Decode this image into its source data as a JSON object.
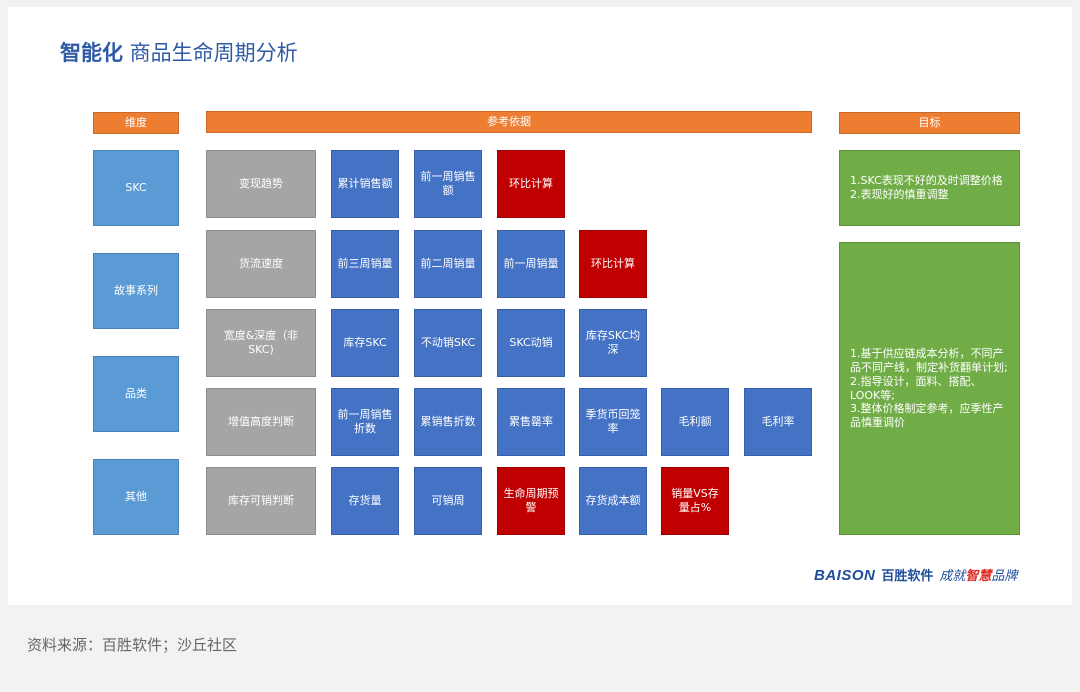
{
  "title": {
    "bold": "智能化",
    "rest": " 商品生命周期分析"
  },
  "headers": {
    "dimension": "维度",
    "basis": "参考依据",
    "goal": "目标"
  },
  "dimensions": [
    "SKC",
    "故事系列",
    "品类",
    "其他"
  ],
  "rows": [
    {
      "label": "变现趋势",
      "cells": [
        {
          "text": "累计销售额",
          "type": "blue"
        },
        {
          "text": "前一周销售额",
          "type": "blue"
        },
        {
          "text": "环比计算",
          "type": "red"
        }
      ]
    },
    {
      "label": "货流速度",
      "cells": [
        {
          "text": "前三周销量",
          "type": "blue"
        },
        {
          "text": "前二周销量",
          "type": "blue"
        },
        {
          "text": "前一周销量",
          "type": "blue"
        },
        {
          "text": "环比计算",
          "type": "red"
        }
      ]
    },
    {
      "label": "宽度&深度（非SKC)",
      "cells": [
        {
          "text": "库存SKC",
          "type": "blue"
        },
        {
          "text": "不动销SKC",
          "type": "blue"
        },
        {
          "text": "SKC动销",
          "type": "blue"
        },
        {
          "text": "库存SKC均深",
          "type": "blue"
        }
      ]
    },
    {
      "label": "增值高度判断",
      "cells": [
        {
          "text": "前一周销售折数",
          "type": "blue"
        },
        {
          "text": "累销售折数",
          "type": "blue"
        },
        {
          "text": "累售罄率",
          "type": "blue"
        },
        {
          "text": "季货币回笼率",
          "type": "blue"
        },
        {
          "text": "毛利额",
          "type": "blue"
        },
        {
          "text": "毛利率",
          "type": "blue"
        }
      ]
    },
    {
      "label": "库存可销判断",
      "cells": [
        {
          "text": "存货量",
          "type": "blue"
        },
        {
          "text": "可销周",
          "type": "blue"
        },
        {
          "text": "生命周期预警",
          "type": "red"
        },
        {
          "text": "存货成本额",
          "type": "blue"
        },
        {
          "text": "销量VS存量占%",
          "type": "red"
        }
      ]
    }
  ],
  "goals": [
    "1.SKC表现不好的及时调整价格\n2.表现好的慎重调整",
    "1.基于供应链成本分析，不同产品不同产线，制定补货翻单计划;\n2.指导设计，面料、搭配、LOOK等;\n3.整体价格制定参考，应季性产品慎重调价"
  ],
  "brand": {
    "en": "BAISON",
    "cn": "百胜软件",
    "slogan_pre": "成就",
    "slogan_accent": "智慧",
    "slogan_post": "品牌"
  },
  "source": "资料来源：百胜软件；沙丘社区",
  "colors": {
    "header": "#ed7d31",
    "dimension": "#5b9bd5",
    "category": "#a5a5a5",
    "blue": "#4472c4",
    "red": "#c00000",
    "green": "#70ad47"
  }
}
